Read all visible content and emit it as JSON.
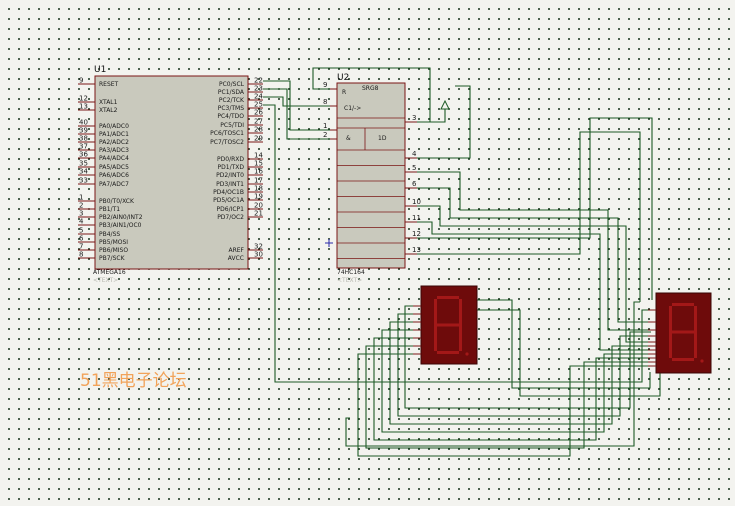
{
  "u1": {
    "ref": "U1",
    "part": "ATMEGA16",
    "ghost_text": "<TEXT>",
    "left_pins": [
      {
        "no": "9",
        "name": "RESET"
      },
      {
        "no": "12",
        "name": "XTAL1"
      },
      {
        "no": "13",
        "name": "XTAL2"
      },
      {
        "no": "40",
        "name": "PA0/ADC0"
      },
      {
        "no": "39",
        "name": "PA1/ADC1"
      },
      {
        "no": "38",
        "name": "PA2/ADC2"
      },
      {
        "no": "37",
        "name": "PA3/ADC3"
      },
      {
        "no": "36",
        "name": "PA4/ADC4"
      },
      {
        "no": "35",
        "name": "PA5/ADC5"
      },
      {
        "no": "34",
        "name": "PA6/ADC6"
      },
      {
        "no": "33",
        "name": "PA7/ADC7"
      },
      {
        "no": "1",
        "name": "PB0/T0/XCK"
      },
      {
        "no": "2",
        "name": "PB1/T1"
      },
      {
        "no": "3",
        "name": "PB2/AIN0/INT2"
      },
      {
        "no": "4",
        "name": "PB3/AIN1/OC0"
      },
      {
        "no": "5",
        "name": "PB4/SS"
      },
      {
        "no": "6",
        "name": "PB5/MOSI"
      },
      {
        "no": "7",
        "name": "PB6/MISO"
      },
      {
        "no": "8",
        "name": "PB7/SCK"
      }
    ],
    "right_pins": [
      {
        "no": "22",
        "name": "PC0/SCL"
      },
      {
        "no": "23",
        "name": "PC1/SDA"
      },
      {
        "no": "24",
        "name": "PC2/TCK"
      },
      {
        "no": "25",
        "name": "PC3/TMS"
      },
      {
        "no": "26",
        "name": "PC4/TDO"
      },
      {
        "no": "27",
        "name": "PC5/TDI"
      },
      {
        "no": "28",
        "name": "PC6/TOSC1"
      },
      {
        "no": "29",
        "name": "PC7/TOSC2"
      },
      {
        "no": "14",
        "name": "PD0/RXD"
      },
      {
        "no": "15",
        "name": "PD1/TXD"
      },
      {
        "no": "16",
        "name": "PD2/INT0"
      },
      {
        "no": "17",
        "name": "PD3/INT1"
      },
      {
        "no": "18",
        "name": "PD4/OC1B"
      },
      {
        "no": "19",
        "name": "PD5/OC1A"
      },
      {
        "no": "20",
        "name": "PD6/ICP1"
      },
      {
        "no": "21",
        "name": "PD7/OC2"
      },
      {
        "no": "32",
        "name": "AREF"
      },
      {
        "no": "30",
        "name": "AVCC"
      }
    ]
  },
  "u2": {
    "ref": "U2",
    "part": "74HC164",
    "ghost_text": "<TEXT>",
    "header": "SRG8",
    "reset_label": "R",
    "clock_label": "C1/->",
    "and_label": "&",
    "data_label": "1D",
    "left_pins": [
      "9",
      "8",
      "1",
      "2"
    ],
    "right_pins": [
      "3",
      "4",
      "5",
      "6",
      "10",
      "11",
      "12",
      "13"
    ]
  },
  "displays": [
    {
      "name": "seg7-display-1",
      "digit": "8"
    },
    {
      "name": "seg7-display-2",
      "digit": "8"
    }
  ],
  "colors": {
    "wire": "#1d5a26",
    "chip_fill": "#c9c9bd",
    "segment_off": "#a31818",
    "display_body": "#6e0b0b",
    "watermark": "#f2a35a"
  },
  "watermark": "51黑电子论坛"
}
